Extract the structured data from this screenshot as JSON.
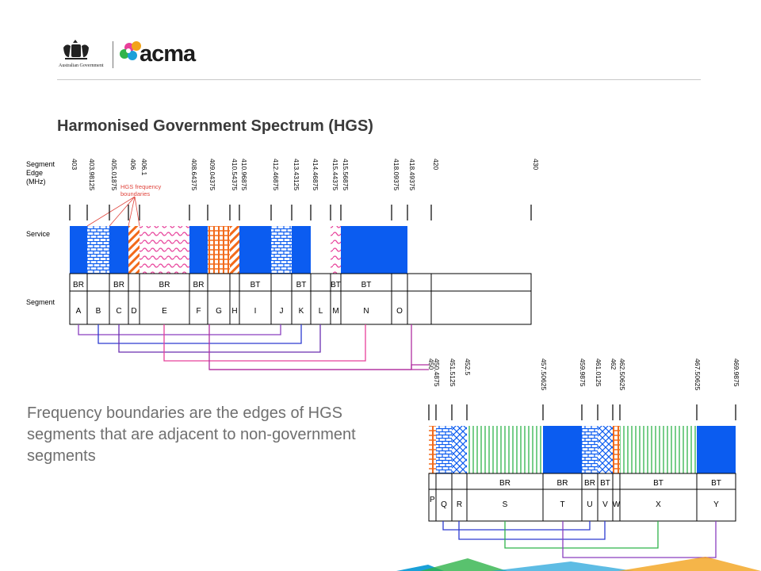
{
  "header": {
    "gov_name": "Australian Government",
    "brand": "acma"
  },
  "title": "Harmonised Government Spectrum (HGS)",
  "description": "Frequency boundaries are the edges of HGS segments that are adjacent to non-government segments",
  "colors": {
    "government": "#0b5cf0",
    "grid": "#000000",
    "annotation": "#e0443c",
    "accent_orange": "#f26a1b",
    "accent_pink": "#e8409a",
    "accent_green": "#2fb34a"
  },
  "diagram": {
    "row_labels": {
      "edge": [
        "Segment",
        "Edge",
        "(MHz)"
      ],
      "service": "Service",
      "segment": "Segment"
    },
    "annotation_label": [
      "HGS frequency",
      "boundaries"
    ],
    "band1": {
      "edges": [
        "403",
        "403.98125",
        "405.01875",
        "406",
        "406.1",
        "408.64375",
        "409.04375",
        "410.54375",
        "410.96875",
        "412.46875",
        "413.43125",
        "414.46875",
        "415.44375",
        "415.56875",
        "418.09375",
        "418.49375",
        "420",
        "430"
      ],
      "services": [
        "BR",
        "",
        "BR",
        "",
        "BR",
        "BR",
        "",
        "",
        "BT",
        "",
        "BT",
        "",
        "BT",
        "BT",
        ""
      ],
      "segments": [
        "A",
        "B",
        "C",
        "D",
        "E",
        "F",
        "G",
        "H",
        "I",
        "J",
        "K",
        "L",
        "M",
        "N",
        "O"
      ]
    },
    "band2": {
      "edges": [
        "450",
        "450.4875",
        "451.5125",
        "452.5",
        "457.50625",
        "459.9875",
        "461.0125",
        "462",
        "462.50625",
        "467.50625",
        "469.9875"
      ],
      "services": [
        "",
        "",
        "BR",
        "BR",
        "BR",
        "BT",
        "",
        "BT",
        "BT"
      ],
      "segments": [
        "P",
        "Q",
        "R",
        "S",
        "T",
        "U",
        "V",
        "W",
        "X",
        "Y"
      ]
    }
  }
}
